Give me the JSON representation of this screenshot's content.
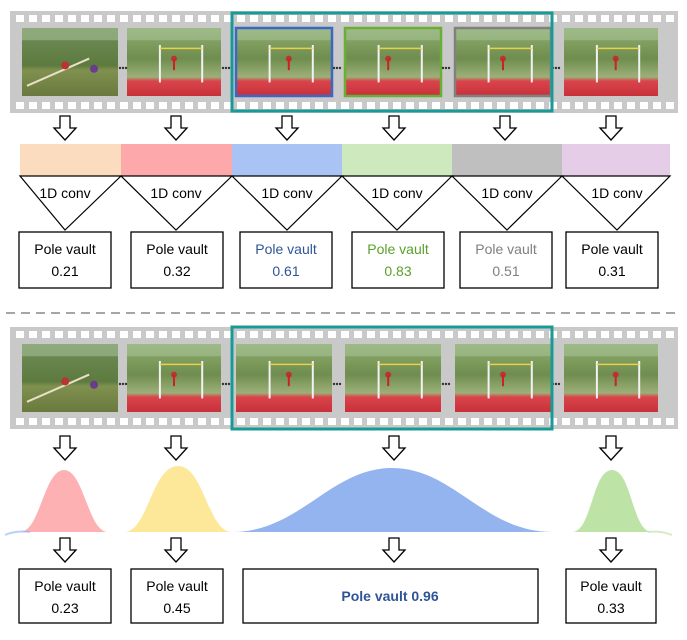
{
  "top": {
    "conv_label": "1D conv",
    "predictions": [
      {
        "label": "Pole vault",
        "score": "0.21",
        "color": "#000000"
      },
      {
        "label": "Pole vault",
        "score": "0.32",
        "color": "#000000"
      },
      {
        "label": "Pole vault",
        "score": "0.61",
        "color": "#2f5597"
      },
      {
        "label": "Pole vault",
        "score": "0.83",
        "color": "#5aa02c"
      },
      {
        "label": "Pole vault",
        "score": "0.51",
        "color": "#7f7f7f"
      },
      {
        "label": "Pole vault",
        "score": "0.31",
        "color": "#000000"
      }
    ],
    "feature_colors": [
      "#fcdcbf",
      "#fda8ab",
      "#a9c3f5",
      "#cde9bd",
      "#bfbfbf",
      "#e6cde7"
    ],
    "frame_border_colors": [
      "none",
      "none",
      "#3a68c4",
      "#6aaf35",
      "#808080",
      "none"
    ]
  },
  "bottom": {
    "predictions": [
      {
        "label": "Pole vault",
        "score": "0.23"
      },
      {
        "label": "Pole vault",
        "score": "0.45"
      },
      {
        "label": "Pole vault 0.96",
        "score": ""
      },
      {
        "label": "Pole vault",
        "score": "0.33"
      }
    ],
    "bump_colors": [
      "#fda8ab",
      "#fde58e",
      "#8eb0ef",
      "#b9e1a2"
    ],
    "highlight_color": "#1a9a96"
  }
}
